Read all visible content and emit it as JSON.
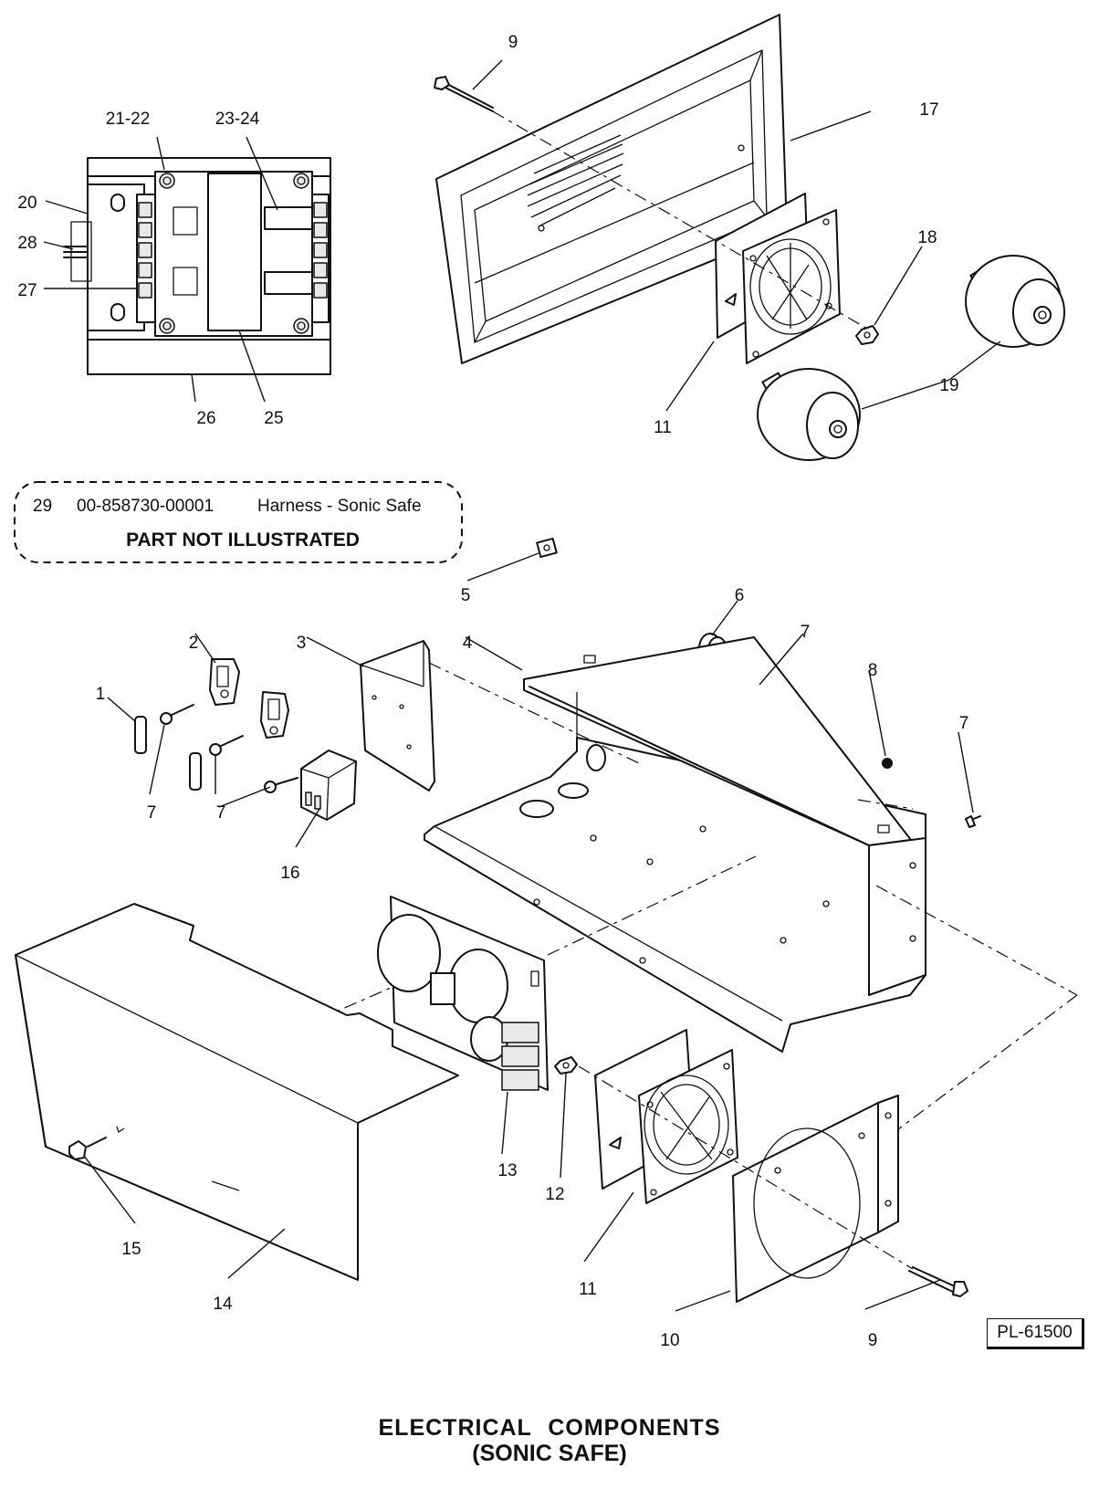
{
  "callouts": {
    "c1": "1",
    "c2": "2",
    "c3": "3",
    "c4": "4",
    "c5": "5",
    "c6": "6",
    "c7a": "7",
    "c7b": "7",
    "c7c": "7",
    "c7d": "7",
    "c8": "8",
    "c9a": "9",
    "c9b": "9",
    "c10": "10",
    "c11a": "11",
    "c11b": "11",
    "c12": "12",
    "c13": "13",
    "c14": "14",
    "c15": "15",
    "c16": "16",
    "c17": "17",
    "c18": "18",
    "c19": "19",
    "c20": "20",
    "c2122": "21-22",
    "c2324": "23-24",
    "c25": "25",
    "c26": "26",
    "c27": "27",
    "c28": "28"
  },
  "note": {
    "item": "29",
    "part_number": "00-858730-00001",
    "description": "Harness - Sonic Safe",
    "label": "PART NOT ILLUSTRATED"
  },
  "plate_id": "PL-61500",
  "title": {
    "line1": "ELECTRICAL COMPONENTS",
    "line2": "(SONIC SAFE)"
  }
}
